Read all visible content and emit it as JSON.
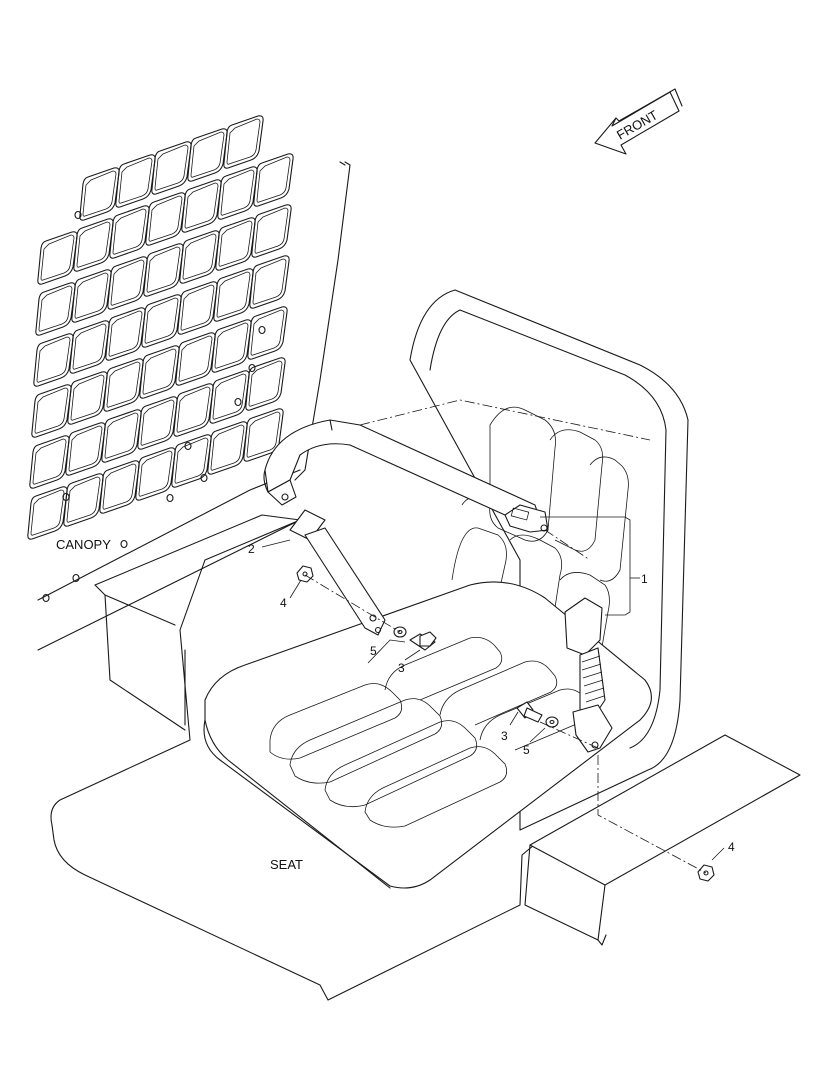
{
  "front_label": "FRONT",
  "areas": {
    "canopy": "CANOPY",
    "seat": "SEAT"
  },
  "callouts": [
    {
      "id": "c1",
      "text": "1"
    },
    {
      "id": "c2",
      "text": "2"
    },
    {
      "id": "c3a",
      "text": "3"
    },
    {
      "id": "c3b",
      "text": "3"
    },
    {
      "id": "c4a",
      "text": "4"
    },
    {
      "id": "c4b",
      "text": "4"
    },
    {
      "id": "c5a",
      "text": "5"
    },
    {
      "id": "c5b",
      "text": "5"
    }
  ]
}
